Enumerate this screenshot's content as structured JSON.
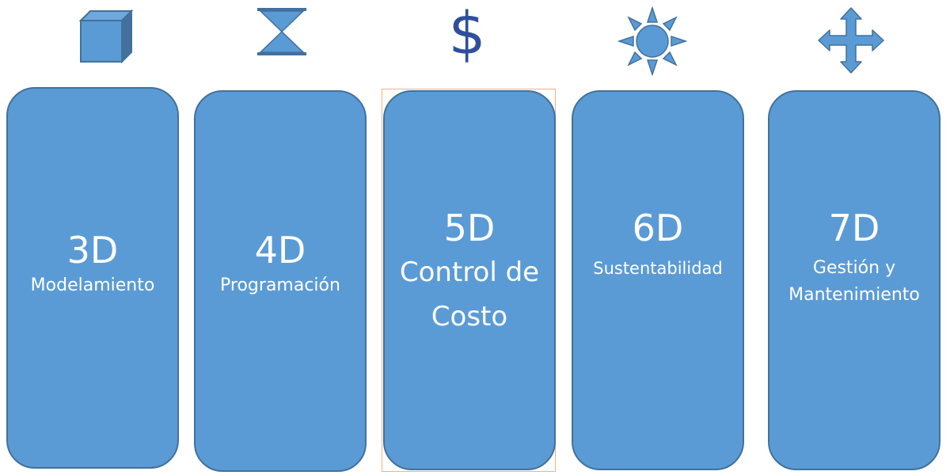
{
  "colors": {
    "box_fill": "#5b9bd5",
    "box_border": "#41719c",
    "dollar": "#2f4f9c",
    "selection": "#f4b183"
  },
  "columns": [
    {
      "dimension": "3D",
      "label": "Modelamiento",
      "icon": "cube-icon"
    },
    {
      "dimension": "4D",
      "label": "Programación",
      "icon": "hourglass-icon"
    },
    {
      "dimension": "5D",
      "label_lines": [
        "Control de",
        "Costo"
      ],
      "icon": "dollar-icon",
      "icon_text": "$"
    },
    {
      "dimension": "6D",
      "label": "Sustentabilidad",
      "icon": "sun-icon"
    },
    {
      "dimension": "7D",
      "label_lines": [
        "Gestión y",
        "Mantenimiento"
      ],
      "icon": "move-arrows-icon"
    }
  ]
}
